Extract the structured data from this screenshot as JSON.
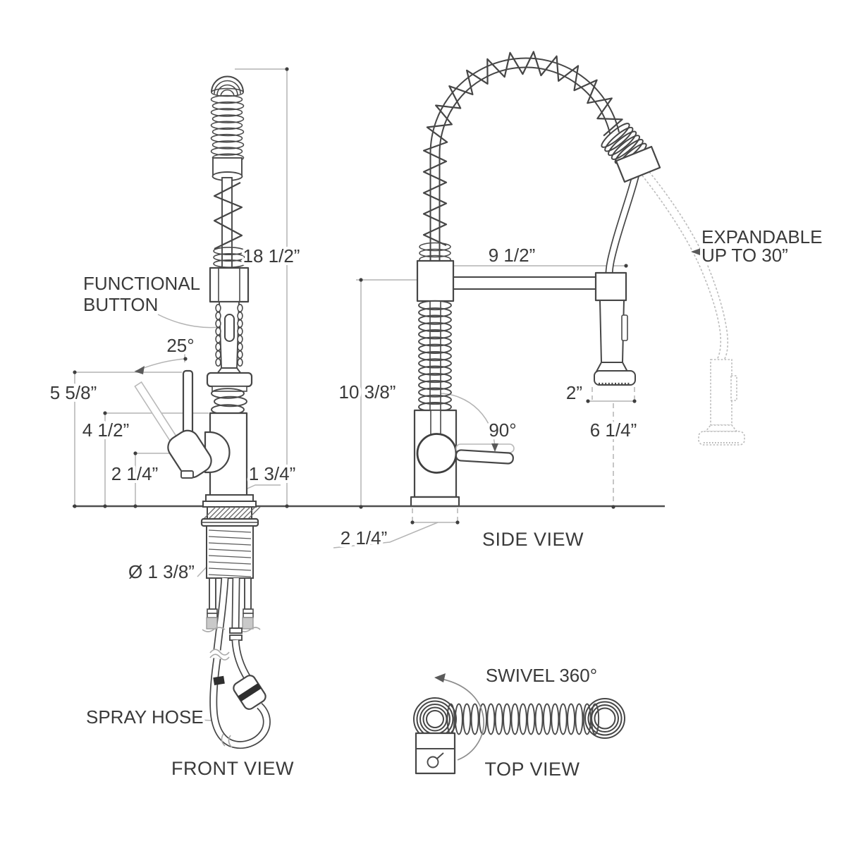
{
  "drawing": {
    "views": {
      "front": "FRONT VIEW",
      "side": "SIDE VIEW",
      "top": "TOP VIEW"
    },
    "callouts": {
      "functional_button": [
        "FUNCTIONAL",
        "BUTTON"
      ],
      "spray_hose": "SPRAY HOSE",
      "expandable": [
        "EXPANDABLE",
        "UP TO 30”"
      ],
      "swivel": "SWIVEL 360°"
    },
    "dimensions": {
      "overall_height": "18 1/2”",
      "hose_arc_width": "9 1/2”",
      "deck_to_bar": "10 3/8”",
      "handle_top_height": "5 5/8”",
      "body_height": "4 1/2”",
      "spout_outlet_height": "2 1/4”",
      "body_diameter": "1 3/4”",
      "shank_diameter": "Ø 1 3/8”",
      "base_depth": "2 1/4”",
      "spray_head_width": "2”",
      "spray_head_clearance": "6 1/4”",
      "handle_tilt_angle": "25°",
      "handle_swing_angle": "90°"
    }
  }
}
